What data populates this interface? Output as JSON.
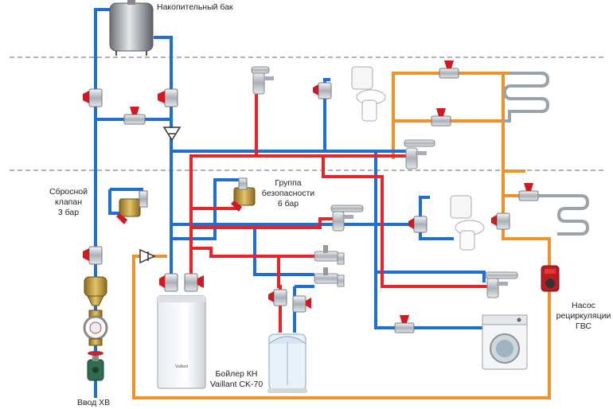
{
  "labels": {
    "tank": "Накопительный бак",
    "relief_valve": [
      "Сбросной",
      "клапан",
      "3 бар"
    ],
    "safety_group": [
      "Группа",
      "безопасности",
      "6 бар"
    ],
    "pump": [
      "Насос",
      "рециркуляции",
      "ГВС"
    ],
    "boiler": [
      "Бойлер КН",
      "Vaillant CK-70"
    ],
    "cold_inlet": "Ввод ХВ",
    "boiler_brand": "Vaillant"
  },
  "colors": {
    "cold_pipe": "#1e6fd0",
    "hot_pipe": "#e8232a",
    "recirc_pipe": "#f0922c",
    "valve_handle": "#d01920",
    "chrome": "#c9ced3",
    "divider": "#666666"
  }
}
